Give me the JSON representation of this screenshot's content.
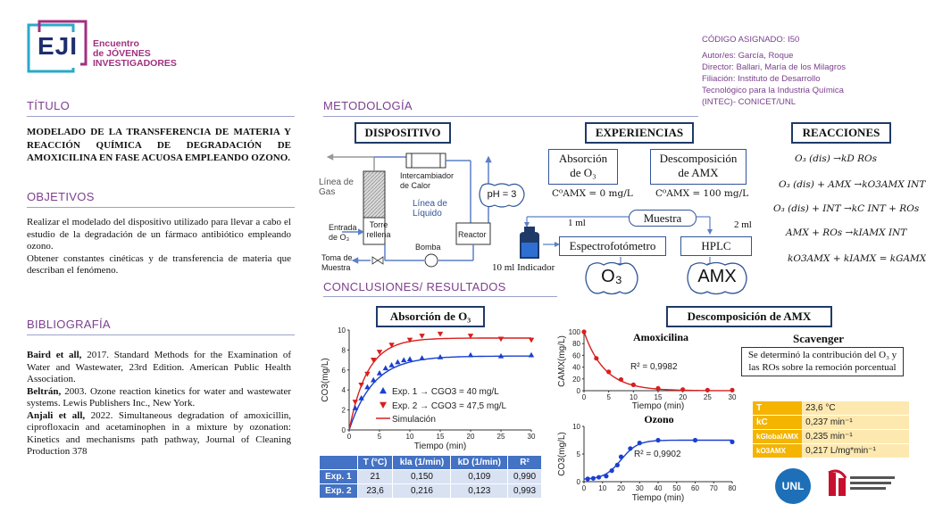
{
  "header": {
    "logo_letters": "EJI",
    "brand_lines": [
      "Encuentro",
      "de JÓVENES",
      "INVESTIGADORES"
    ],
    "code": "CÓDIGO ASIGNADO: I50",
    "authors": "Autor/es: García, Roque",
    "director": "Director: Ballari, María de los Milagros",
    "affiliation_lines": [
      "Filiación: Instituto de Desarrollo",
      "Tecnológico para la Industria Química",
      "(INTEC)- CONICET/UNL"
    ]
  },
  "titulo": {
    "heading": "TÍTULO",
    "text": "MODELADO DE LA TRANSFERENCIA DE MATERIA Y REACCIÓN QUÍMICA DE DEGRADACIÓN DE AMOXICILINA EN FASE ACUOSA EMPLEANDO OZONO."
  },
  "objetivos": {
    "heading": "OBJETIVOS",
    "p1": "Realizar el modelado del dispositivo utilizado para llevar a cabo el estudio de la degradación de un fármaco antibiótico empleando ozono.",
    "p2": "Obtener constantes cinéticas y de transferencia de materia que describan el fenómeno."
  },
  "bibliografia": {
    "heading": "BIBLIOGRAFÍA",
    "refs": [
      {
        "author": "Baird et all,",
        "text": " 2017. Standard Methods for the Examination of Water and Wastewater, 23rd Edition. American Public Health Association."
      },
      {
        "author": "Beltrán,",
        "text": " 2003. Ozone reaction kinetics for water and wastewater systems. Lewis Publishers Inc., New York."
      },
      {
        "author": "Anjali et all,",
        "text": " 2022. Simultaneous degradation of amoxicillin, ciprofloxacin and acetaminophen in a mixture by ozonation: Kinetics and mechanisms path pathway, Journal of Cleaning Production 378"
      }
    ]
  },
  "metodologia": {
    "heading": "METODOLOGÍA",
    "dispositivo": "DISPOSITIVO",
    "experiencias": "EXPERIENCIAS",
    "reacciones": "REACCIONES",
    "device_labels": {
      "linea_gas": "Línea de Gas",
      "intercambiador": "Intercambiador de Calor",
      "linea_liquido": "Línea de Líquido",
      "entrada_o3": "Entrada de O₃",
      "torre": "Torre rellena",
      "reactor": "Reactor",
      "bomba": "Bomba",
      "toma": "Toma de Muestra",
      "ph": "pH = 3"
    },
    "abs_o3_box": [
      "Absorción",
      "de O₃"
    ],
    "abs_o3_cond": "C⁰AMX = 0 mg/L",
    "desc_amx_box": [
      "Descomposición",
      "de AMX"
    ],
    "desc_amx_cond": "C⁰AMX = 100 mg/L",
    "muestra": "Muestra",
    "one_ml": "1 ml",
    "two_ml": "2 ml",
    "indicador": "10 ml Indicador",
    "espectro": "Espectrofotómetro",
    "hplc": "HPLC",
    "o3_label": "O₃",
    "amx_label": "AMX",
    "reactions": [
      "O₃ (dis) →kD ROs",
      "O₃ (dis) + AMX →kO3AMX INT",
      "O₃ (dis) + INT →kC INT + ROs",
      "AMX + ROs →kIAMX INT",
      "kO3AMX + kIAMX = kGAMX"
    ]
  },
  "conclusiones": {
    "heading": "CONCLUSIONES/ RESULTADOS",
    "abs_title": "Absorción de O₃",
    "desc_title": "Descomposición de AMX",
    "amox_title": "Amoxicilina",
    "ozono_title": "Ozono",
    "scavenger_title": "Scavenger",
    "scavenger_text": "Se determinó la contribución del O₃ y las ROs sobre la remoción porcentual",
    "r2_amox": "R² = 0,9982",
    "r2_ozono": "R² = 0,9902",
    "results_table": {
      "headers": [
        "",
        "T (°C)",
        "kla (1/min)",
        "kD (1/min)",
        "R²"
      ],
      "rows": [
        [
          "Exp. 1",
          "21",
          "0,150",
          "0,109",
          "0,990"
        ],
        [
          "Exp. 2",
          "23,6",
          "0,216",
          "0,123",
          "0,993"
        ]
      ]
    },
    "params_table": [
      {
        "k": "T",
        "v": "23,6 °C"
      },
      {
        "k": "kC",
        "v": "0,237 min⁻¹"
      },
      {
        "k": "kGlobalAMX",
        "v": "0,235 min⁻¹"
      },
      {
        "k": "kO3AMX",
        "v": "0,217 L/mg*min⁻¹"
      }
    ]
  },
  "chart_data": [
    {
      "type": "scatter",
      "title": "Absorción de O₃",
      "xlabel": "Tiempo (min)",
      "ylabel": "CO3(mg/L)",
      "xlim": [
        0,
        30
      ],
      "ylim": [
        0,
        10
      ],
      "xticks": [
        0,
        5,
        10,
        15,
        20,
        25,
        30
      ],
      "yticks": [
        0,
        2,
        4,
        6,
        8,
        10
      ],
      "grid": false,
      "legend": "bottom-left",
      "series": [
        {
          "name": "Exp. 1",
          "legend_value": "CGO3 = 40 mg/L",
          "color": "#1a3fd1",
          "marker": "triangle-up",
          "x": [
            1,
            2,
            3,
            4,
            5,
            6,
            7,
            8,
            9,
            10,
            12,
            15,
            20,
            25,
            30
          ],
          "y": [
            2.2,
            3.2,
            4.3,
            5.0,
            5.7,
            6.2,
            6.5,
            6.8,
            7.0,
            7.1,
            7.2,
            7.3,
            7.5,
            7.4,
            7.5
          ]
        },
        {
          "name": "Exp. 2",
          "legend_value": "CGO3 = 47,5 mg/L",
          "color": "#d81f1f",
          "marker": "triangle-down",
          "x": [
            1,
            2,
            3,
            4,
            5,
            7,
            10,
            12,
            15,
            20,
            25,
            30
          ],
          "y": [
            2.8,
            4.5,
            5.6,
            7.0,
            7.8,
            8.5,
            9.0,
            9.4,
            9.6,
            9.4,
            9.1,
            9.0
          ]
        },
        {
          "name": "Simulación",
          "color": "#d81f1f",
          "marker": "line",
          "curve": "saturation",
          "fits": [
            {
              "cmax": 7.4,
              "k": 0.25,
              "color": "#1a3fd1"
            },
            {
              "cmax": 9.2,
              "k": 0.33,
              "color": "#d81f1f"
            }
          ]
        }
      ]
    },
    {
      "type": "scatter",
      "title": "Amoxicilina",
      "xlabel": "Tiempo (min)",
      "ylabel": "CAMX(mg/L)",
      "xlim": [
        0,
        30
      ],
      "ylim": [
        0,
        100
      ],
      "xticks": [
        0,
        5,
        10,
        15,
        20,
        25,
        30
      ],
      "yticks": [
        0,
        20,
        40,
        60,
        80,
        100
      ],
      "annotation": "R² = 0,9982",
      "series": [
        {
          "color": "#d81f1f",
          "marker": "circle",
          "x": [
            0,
            2.5,
            5,
            7.5,
            10,
            15,
            20,
            25,
            30
          ],
          "y": [
            100,
            55,
            32,
            19,
            10,
            4,
            2,
            1,
            1
          ],
          "fit_k": 0.24
        }
      ]
    },
    {
      "type": "scatter",
      "title": "Ozono",
      "xlabel": "Tiempo (min)",
      "ylabel": "CO3(mg/L)",
      "xlim": [
        0,
        80
      ],
      "ylim": [
        0,
        10
      ],
      "xticks": [
        0,
        10,
        20,
        30,
        40,
        50,
        60,
        70,
        80
      ],
      "yticks": [
        0,
        5,
        10
      ],
      "annotation": "R² = 0,9902",
      "series": [
        {
          "color": "#1a3fd1",
          "marker": "circle",
          "x": [
            2,
            5,
            8,
            12,
            15,
            18,
            20,
            25,
            30,
            40,
            60,
            80
          ],
          "y": [
            0.5,
            0.6,
            0.8,
            1.0,
            2.0,
            3.0,
            4.5,
            6.0,
            7.0,
            7.5,
            7.5,
            7.2
          ],
          "fit": {
            "max": 7.5,
            "t50": 20,
            "w": 4.5
          }
        }
      ]
    }
  ]
}
